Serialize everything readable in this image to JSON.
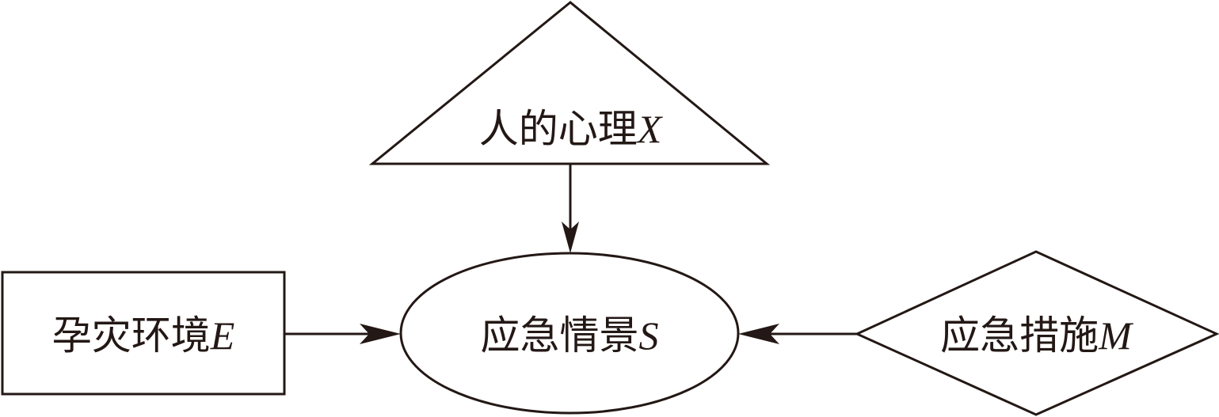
{
  "diagram": {
    "type": "influence-diagram",
    "colors": {
      "stroke": "#231815",
      "text": "#231815",
      "background": "#ffffff"
    },
    "nodes": {
      "psychology": {
        "shape": "triangle",
        "text": "人的心理",
        "var": "X"
      },
      "environment": {
        "shape": "rectangle",
        "text": "孕灾环境",
        "var": "E"
      },
      "scenario": {
        "shape": "ellipse",
        "text": "应急情景",
        "var": "S"
      },
      "measures": {
        "shape": "diamond",
        "text": "应急措施",
        "var": "M"
      }
    },
    "edges": [
      {
        "from": "psychology",
        "to": "scenario"
      },
      {
        "from": "environment",
        "to": "scenario"
      },
      {
        "from": "measures",
        "to": "scenario"
      }
    ]
  }
}
